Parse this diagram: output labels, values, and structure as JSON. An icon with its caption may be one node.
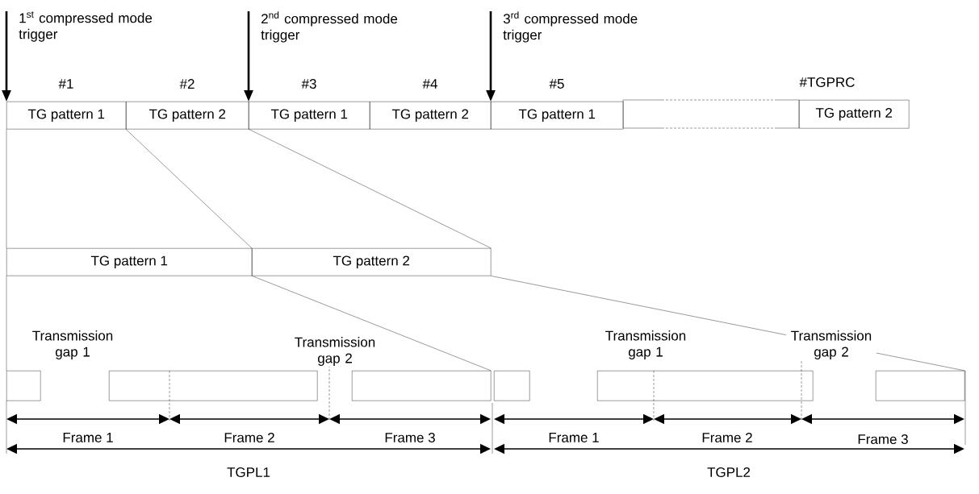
{
  "diagram": {
    "nodes": [
      {
        "text": [
          "1$^{st}$ compressed mode trigger"
        ]
      },
      {
        "text": [
          "2$^{nd}$ compressed mode trigger"
        ]
      },
      {
        "text": [
          "3$^{rd}$ compressed mode trigger"
        ]
      },
      {
        "text": [
          "TG pattern 1"
        ],
        "beside": [
          "#1"
        ]
      },
      {
        "text": [
          "TG pattern 2"
        ],
        "beside": [
          "#2"
        ]
      },
      {
        "text": [
          "TG pattern 1"
        ],
        "beside": [
          "#3"
        ]
      },
      {
        "text": [
          "TG pattern 2"
        ],
        "beside": [
          "#4"
        ]
      },
      {
        "text": [
          "TG pattern 1"
        ],
        "beside": [
          "#5"
        ]
      },
      {
        "text": [],
        "shape": "box"
      },
      {
        "text": [
          "TG pattern 2"
        ],
        "beside": [
          "#TGPRC"
        ]
      },
      {
        "text": [
          "TG pattern 1"
        ]
      },
      {
        "text": [
          "TG pattern 2"
        ]
      },
      {
        "text": [],
        "shape": "box"
      },
      {
        "text": [],
        "shape": "box"
      },
      {
        "text": [],
        "shape": "box"
      },
      {
        "text": [],
        "shape": "box"
      },
      {
        "text": [],
        "shape": "box"
      },
      {
        "text": [],
        "shape": "box"
      }
    ],
    "edges": [
      {
        "from": 0,
        "to": 3,
        "arrow": "to",
        "style": "thick"
      },
      {
        "from": 1,
        "to": 5,
        "arrow": "to",
        "style": "thick"
      },
      {
        "from": 2,
        "to": 7,
        "arrow": "to",
        "style": "thick"
      },
      {
        "from": 3,
        "to": 10,
        "arrow": "none"
      },
      {
        "from": 4,
        "to": 11,
        "arrow": "none"
      },
      {
        "from": 4,
        "to": 11,
        "arrow": "none"
      },
      {
        "from": 10,
        "to": 12,
        "arrow": "none"
      },
      {
        "from": 10,
        "to": 14,
        "arrow": "none"
      },
      {
        "from": 11,
        "to": 17,
        "arrow": "none"
      }
    ],
    "labels": [
      "Transmission gap 1",
      "Transmission gap 2",
      "Transmission gap 1",
      "Transmission gap 2",
      "Frame 1",
      "Frame 2",
      "Frame 3",
      "Frame 1",
      "Frame 2",
      "Frame 3",
      "TGPL1",
      "TGPL2"
    ]
  }
}
